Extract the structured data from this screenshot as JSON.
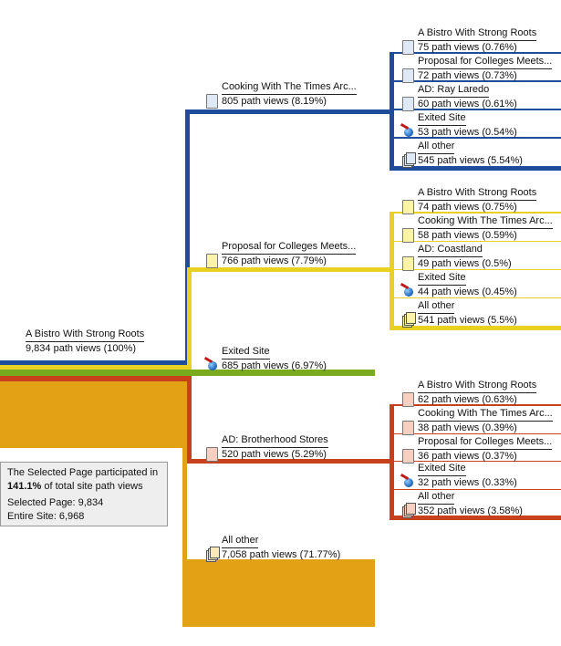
{
  "colors": {
    "blue": "#1e4d9b",
    "yellow": "#e9d123",
    "green": "#7aab1e",
    "red": "#c7421c",
    "orange": "#e3a116"
  },
  "root": {
    "title": "A Bistro With Strong Roots",
    "views": "9,834 path views (100%)"
  },
  "info": {
    "line1": "The Selected Page participated in",
    "pct": "141.1%",
    "line2": " of total site  path views",
    "selected": "Selected Page: 9,834",
    "entire": "Entire Site: 6,968"
  },
  "branches": [
    {
      "title": "Cooking With The Times Arc...",
      "views": "805 path views (8.19%)",
      "icon": "page-icon",
      "children": [
        {
          "title": "A Bistro With Strong Roots",
          "views": "75 path views (0.76%)",
          "icon": "page-icon"
        },
        {
          "title": "Proposal for Colleges Meets...",
          "views": "72 path views (0.73%)",
          "icon": "page-icon"
        },
        {
          "title": "AD: Ray Laredo",
          "views": "60 path views (0.61%)",
          "icon": "page-icon"
        },
        {
          "title": "Exited Site",
          "views": "53 path views (0.54%)",
          "icon": "exit-icon"
        },
        {
          "title": "All other",
          "views": "545 path views (5.54%)",
          "icon": "all-other-icon"
        }
      ]
    },
    {
      "title": "Proposal for Colleges Meets...",
      "views": "766 path views (7.79%)",
      "icon": "page-icon",
      "children": [
        {
          "title": "A Bistro With Strong Roots",
          "views": "74 path views (0.75%)",
          "icon": "page-icon"
        },
        {
          "title": "Cooking With The Times Arc...",
          "views": "58 path views (0.59%)",
          "icon": "page-icon"
        },
        {
          "title": "AD: Coastland",
          "views": "49 path views (0.5%)",
          "icon": "page-icon"
        },
        {
          "title": "Exited Site",
          "views": "44 path views (0.45%)",
          "icon": "exit-icon"
        },
        {
          "title": "All other",
          "views": "541 path views (5.5%)",
          "icon": "all-other-icon"
        }
      ]
    },
    {
      "title": "Exited Site",
      "views": "685 path views (6.97%)",
      "icon": "exit-icon"
    },
    {
      "title": "AD: Brotherhood Stores",
      "views": "520 path views (5.29%)",
      "icon": "page-icon",
      "children": [
        {
          "title": "A Bistro With Strong Roots",
          "views": "62 path views (0.63%)",
          "icon": "page-icon"
        },
        {
          "title": "Cooking With The Times Arc...",
          "views": "38 path views (0.39%)",
          "icon": "page-icon"
        },
        {
          "title": "Proposal for Colleges Meets...",
          "views": "36 path views (0.37%)",
          "icon": "page-icon"
        },
        {
          "title": "Exited Site",
          "views": "32 path views (0.33%)",
          "icon": "exit-icon"
        },
        {
          "title": "All other",
          "views": "352 path views (3.58%)",
          "icon": "all-other-icon"
        }
      ]
    },
    {
      "title": "All other",
      "views": "7,058 path views (71.77%)",
      "icon": "all-other-icon"
    }
  ]
}
